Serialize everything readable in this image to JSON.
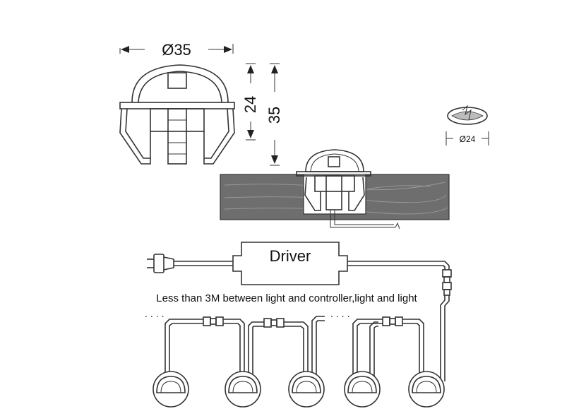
{
  "dimensions": {
    "width_label": "Ø35",
    "height_short_label": "24",
    "height_total_label": "35",
    "cutout_label": "Ø24"
  },
  "driver": {
    "label": "Driver"
  },
  "wiring_note": "Less than 3M between light and controller,light and light",
  "continuation_mark": "....",
  "colors": {
    "line": "#333333",
    "wood": "#6e6e6e"
  }
}
